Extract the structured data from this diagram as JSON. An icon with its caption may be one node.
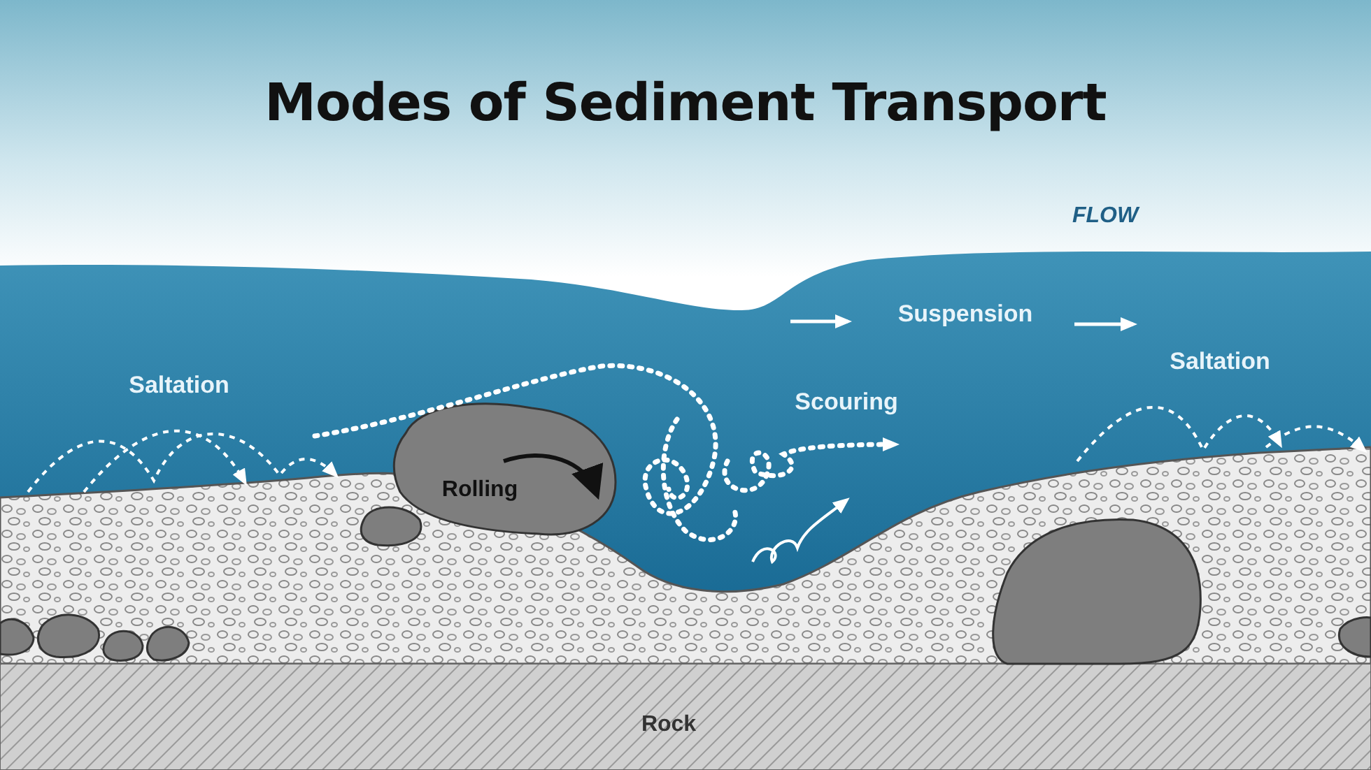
{
  "diagram": {
    "title": "Modes of Sediment Transport",
    "labels": [
      "FLOW",
      "Suspension",
      "Saltation",
      "Saltation",
      "Scouring",
      "Rolling",
      "Rock"
    ]
  }
}
